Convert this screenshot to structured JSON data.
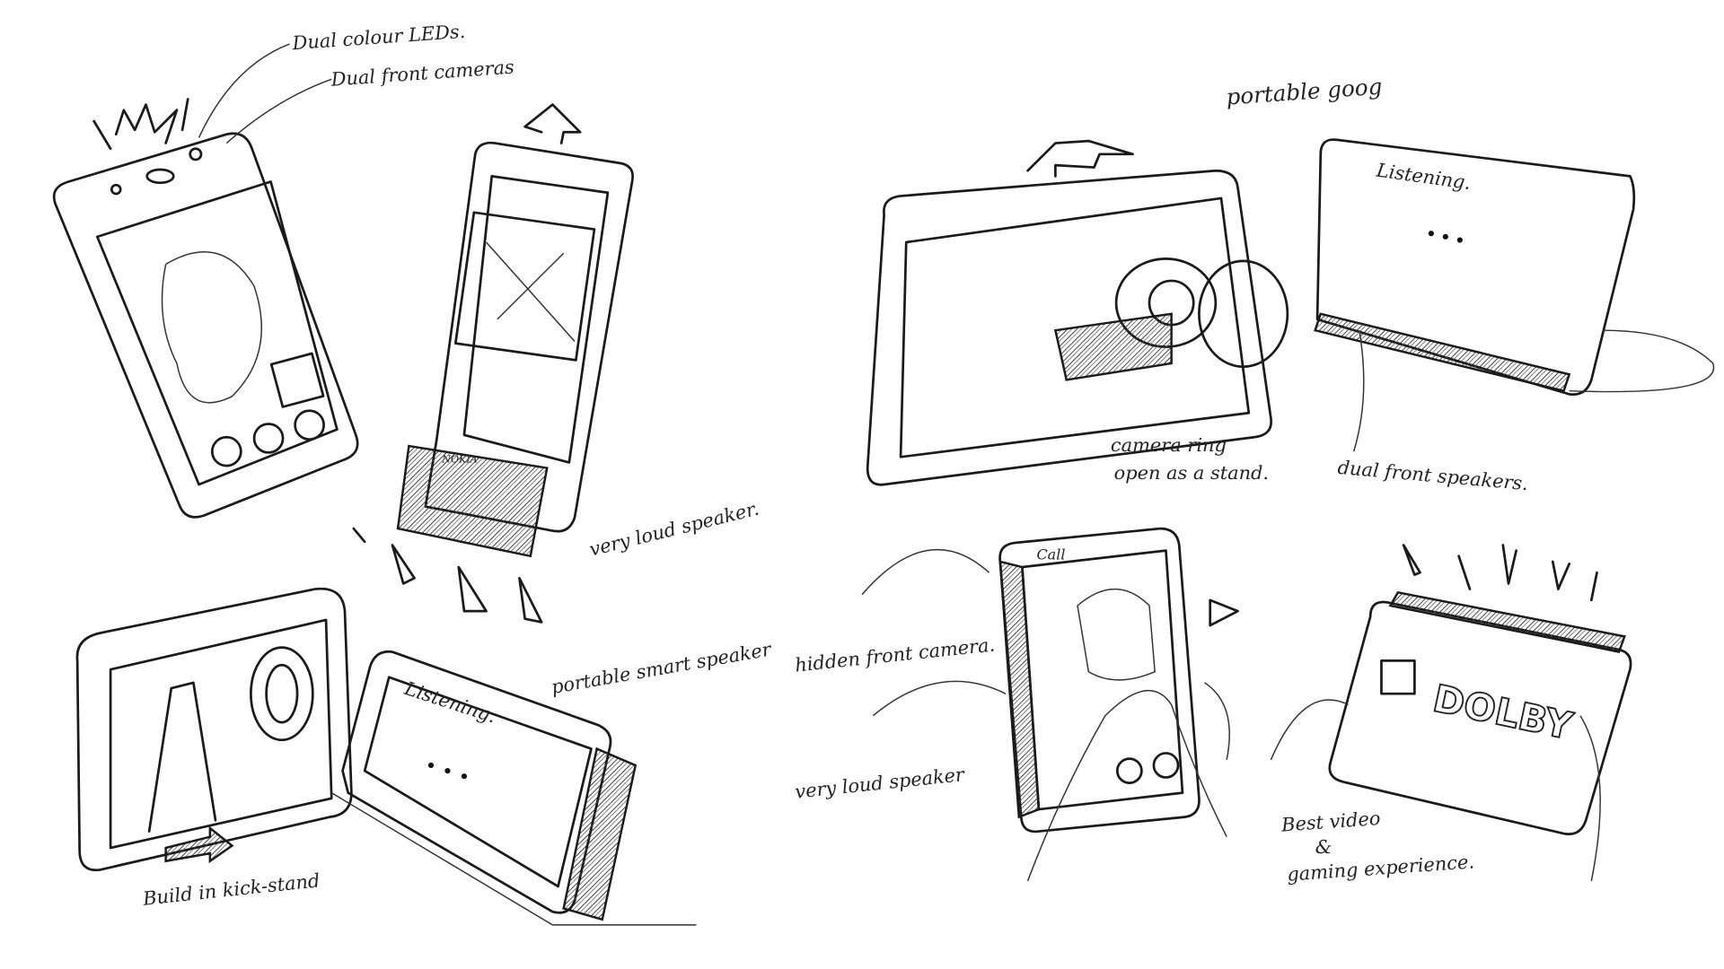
{
  "annotations": {
    "dual_leds": "Dual colour LEDs.",
    "dual_cameras": "Dual front cameras",
    "loud_speaker_1": "very loud speaker.",
    "smart_speaker": "portable smart speaker",
    "kickstand": "Build in kick-stand",
    "listening_1": "Listening.",
    "portable_goog": "portable goog",
    "camera_ring": "camera ring",
    "camera_ring_2": "open as a stand.",
    "dual_front_speakers": "dual front speakers.",
    "listening_2": "Listening.",
    "hidden_camera": "hidden front camera.",
    "loud_speaker_2": "very loud speaker",
    "best_video": "Best video",
    "best_video_2": "&",
    "best_video_3": "gaming experience.",
    "call": "Call",
    "dolby": "DOLBY",
    "nokia": "NOKIA"
  },
  "colors": {
    "ink": "#1a1a1a",
    "paper": "#ffffff"
  }
}
